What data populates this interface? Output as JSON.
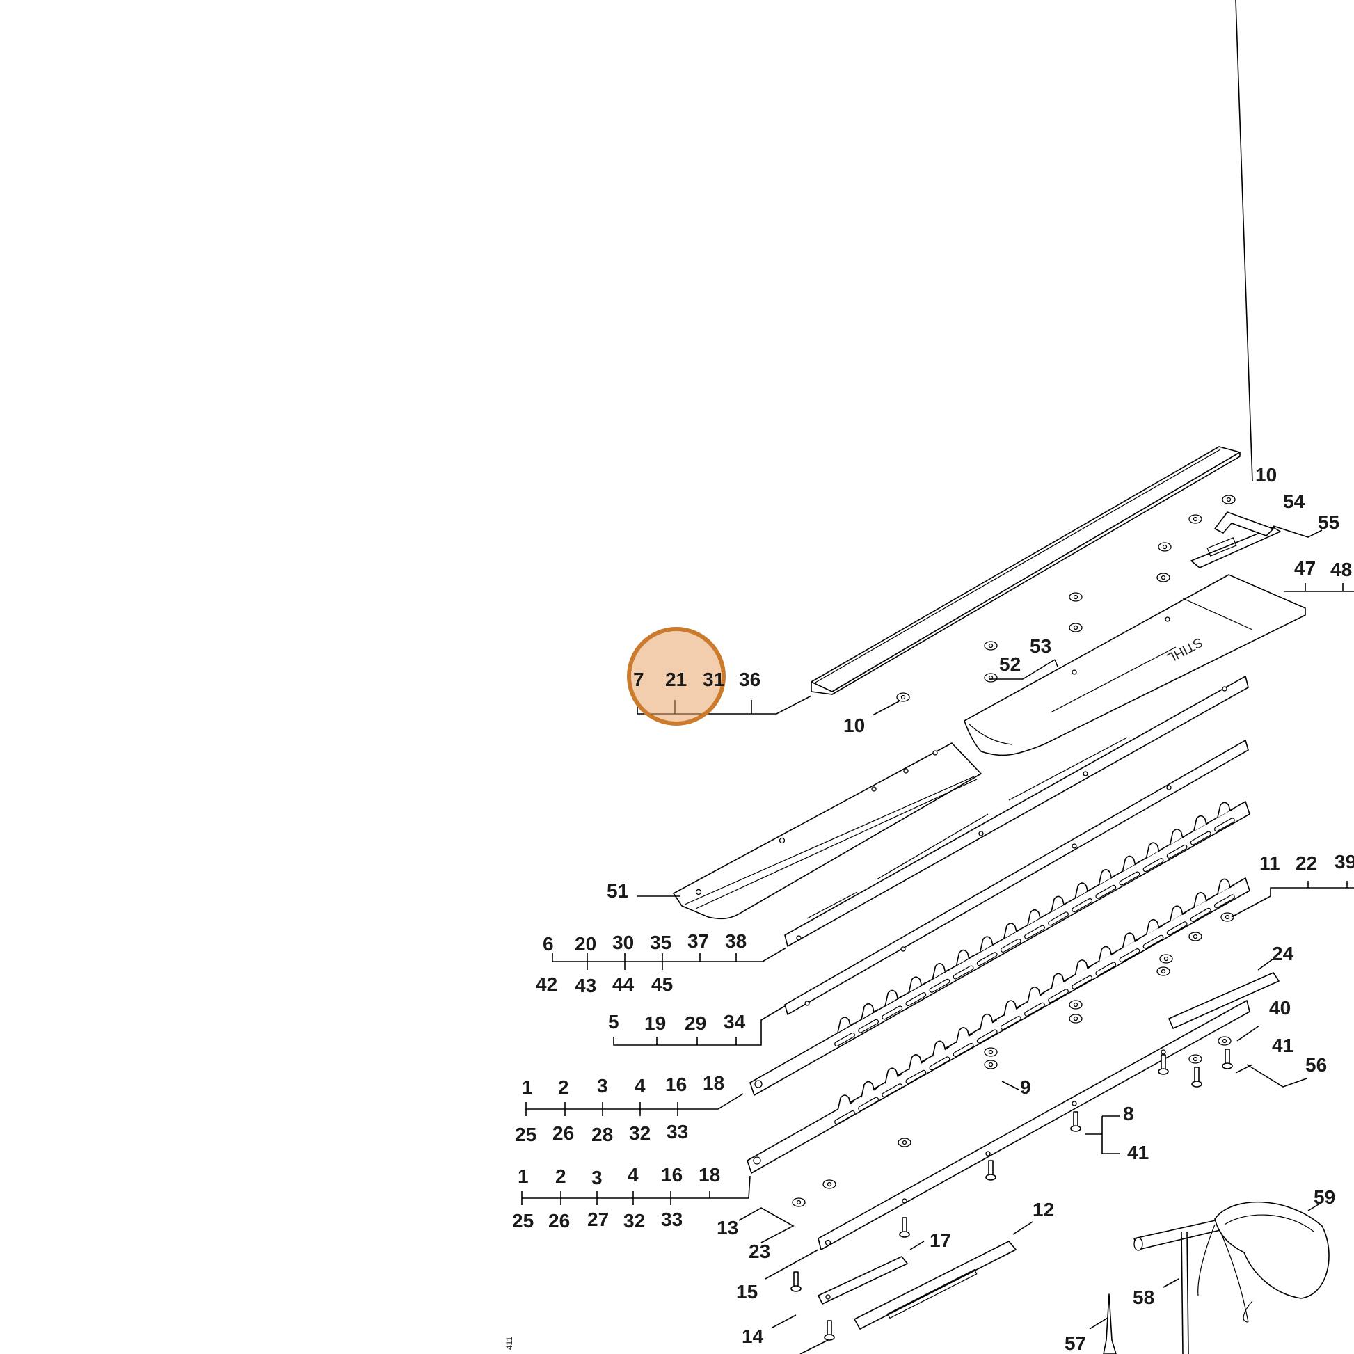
{
  "labels": [
    {
      "id": "l-10-top",
      "text": "10"
    },
    {
      "id": "l-54",
      "text": "54"
    },
    {
      "id": "l-55",
      "text": "55"
    },
    {
      "id": "l-47",
      "text": "47"
    },
    {
      "id": "l-48",
      "text": "48"
    },
    {
      "id": "l-53",
      "text": "53"
    },
    {
      "id": "l-52",
      "text": "52"
    },
    {
      "id": "l-7",
      "text": "7"
    },
    {
      "id": "l-21",
      "text": "21"
    },
    {
      "id": "l-31",
      "text": "31"
    },
    {
      "id": "l-36",
      "text": "36"
    },
    {
      "id": "l-10-mid",
      "text": "10"
    },
    {
      "id": "l-51",
      "text": "51"
    },
    {
      "id": "l-11",
      "text": "11"
    },
    {
      "id": "l-22",
      "text": "22"
    },
    {
      "id": "l-39",
      "text": "39"
    },
    {
      "id": "l-6",
      "text": "6"
    },
    {
      "id": "l-20",
      "text": "20"
    },
    {
      "id": "l-30",
      "text": "30"
    },
    {
      "id": "l-35",
      "text": "35"
    },
    {
      "id": "l-37",
      "text": "37"
    },
    {
      "id": "l-38",
      "text": "38"
    },
    {
      "id": "l-42",
      "text": "42"
    },
    {
      "id": "l-43",
      "text": "43"
    },
    {
      "id": "l-44",
      "text": "44"
    },
    {
      "id": "l-45",
      "text": "45"
    },
    {
      "id": "l-24",
      "text": "24"
    },
    {
      "id": "l-5",
      "text": "5"
    },
    {
      "id": "l-19",
      "text": "19"
    },
    {
      "id": "l-29",
      "text": "29"
    },
    {
      "id": "l-34",
      "text": "34"
    },
    {
      "id": "l-40",
      "text": "40"
    },
    {
      "id": "l-41a",
      "text": "41"
    },
    {
      "id": "l-56",
      "text": "56"
    },
    {
      "id": "l-a1",
      "text": "1"
    },
    {
      "id": "l-a2",
      "text": "2"
    },
    {
      "id": "l-a3",
      "text": "3"
    },
    {
      "id": "l-a4",
      "text": "4"
    },
    {
      "id": "l-a16",
      "text": "16"
    },
    {
      "id": "l-a18",
      "text": "18"
    },
    {
      "id": "l-9",
      "text": "9"
    },
    {
      "id": "l-a25",
      "text": "25"
    },
    {
      "id": "l-a26",
      "text": "26"
    },
    {
      "id": "l-a28",
      "text": "28"
    },
    {
      "id": "l-a32",
      "text": "32"
    },
    {
      "id": "l-a33",
      "text": "33"
    },
    {
      "id": "l-8",
      "text": "8"
    },
    {
      "id": "l-41b",
      "text": "41"
    },
    {
      "id": "l-b1",
      "text": "1"
    },
    {
      "id": "l-b2",
      "text": "2"
    },
    {
      "id": "l-b3",
      "text": "3"
    },
    {
      "id": "l-b4",
      "text": "4"
    },
    {
      "id": "l-b16",
      "text": "16"
    },
    {
      "id": "l-b18",
      "text": "18"
    },
    {
      "id": "l-b25",
      "text": "25"
    },
    {
      "id": "l-b26",
      "text": "26"
    },
    {
      "id": "l-b27",
      "text": "27"
    },
    {
      "id": "l-b32",
      "text": "32"
    },
    {
      "id": "l-b33",
      "text": "33"
    },
    {
      "id": "l-13",
      "text": "13"
    },
    {
      "id": "l-23",
      "text": "23"
    },
    {
      "id": "l-12",
      "text": "12"
    },
    {
      "id": "l-59",
      "text": "59"
    },
    {
      "id": "l-17",
      "text": "17"
    },
    {
      "id": "l-15",
      "text": "15"
    },
    {
      "id": "l-58",
      "text": "58"
    },
    {
      "id": "l-14",
      "text": "14"
    },
    {
      "id": "l-57",
      "text": "57"
    }
  ],
  "logo_text": "STIHL",
  "margin_code": "411",
  "highlight": {
    "color": "#e8a66c",
    "border_color": "#cc7a2c"
  }
}
